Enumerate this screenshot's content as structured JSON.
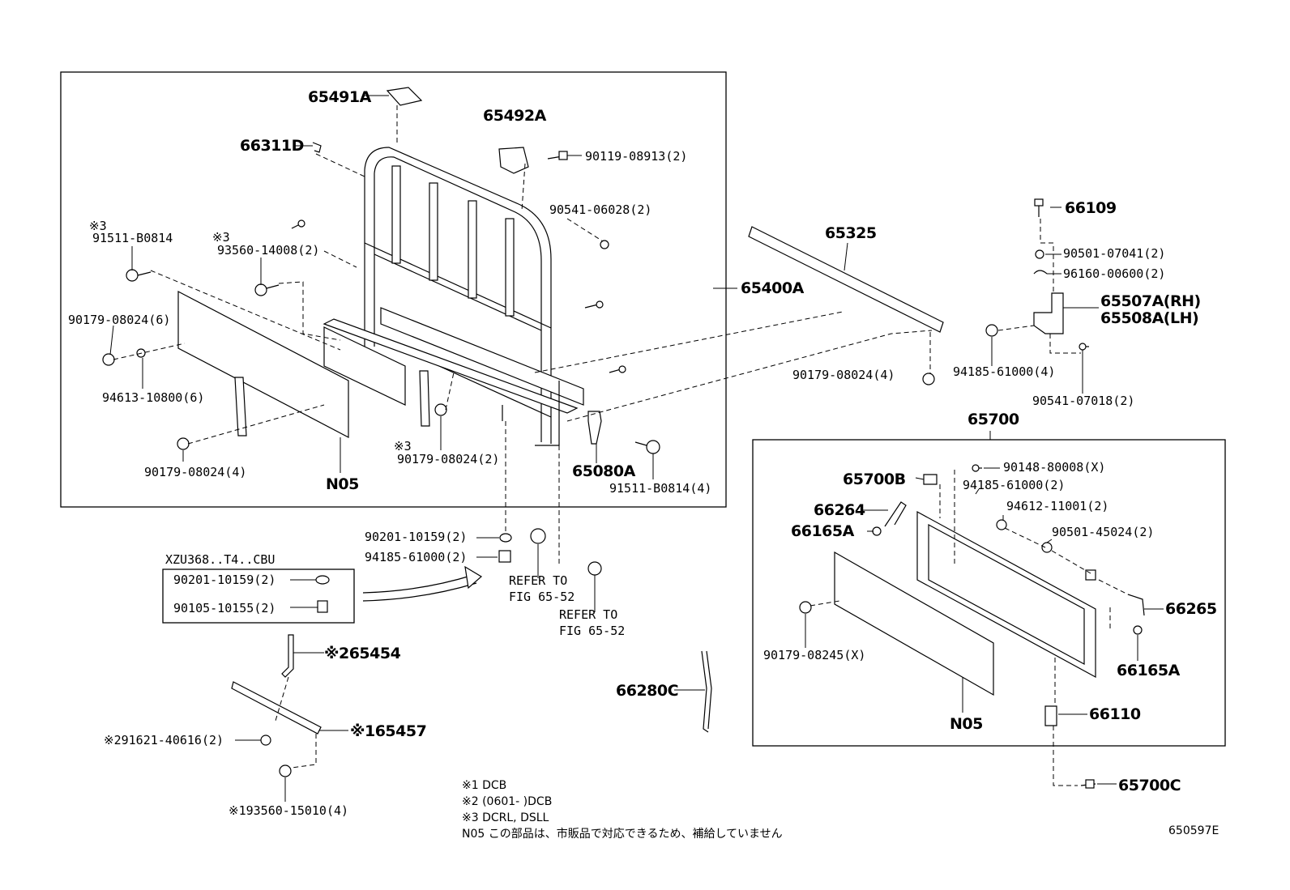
{
  "labels": {
    "p65491A": "65491A",
    "p65492A": "65492A",
    "p66311D": "66311D",
    "p90119": "90119-08913(2)",
    "p90541a": "90541-06028(2)",
    "mark3a": "※3",
    "p91511a": "91511-B0814",
    "mark3b": "※3",
    "p93560a": "93560-14008(2)",
    "p90179a": "90179-08024(6)",
    "p94613": "94613-10800(6)",
    "p90179b": "90179-08024(4)",
    "pN05a": "N05",
    "mark3c": "※3",
    "p90179c": "90179-08024(2)",
    "p65080A": "65080A",
    "p91511b": "91511-B0814(4)",
    "p65400A": "65400A",
    "p65325": "65325",
    "p90179d": "90179-08024(4)",
    "p66109": "66109",
    "p90501a": "90501-07041(2)",
    "p96160": "96160-00600(2)",
    "p65507A": "65507A(RH)",
    "p65508A": "65508A(LH)",
    "p94185a": "94185-61000(4)",
    "p90541b": "90541-07018(2)",
    "p65700": "65700",
    "p65700B": "65700B",
    "p90148": "90148-80008(X)",
    "p94185b": "94185-61000(2)",
    "p66264": "66264",
    "p94612": "94612-11001(2)",
    "p66165Aa": "66165A",
    "p90501b": "90501-45024(2)",
    "p66265": "66265",
    "p90179e": "90179-08245(X)",
    "p66165Ab": "66165A",
    "pN05b": "N05",
    "p66110": "66110",
    "p65700C": "65700C",
    "p90201a": "90201-10159(2)",
    "p94185c": "94185-61000(2)",
    "refer1a": "REFER TO",
    "refer1b": "FIG 65-52",
    "refer2a": "REFER TO",
    "refer2b": "FIG 65-52",
    "inset_title": "XZU368..T4..CBU",
    "p90201b": "90201-10159(2)",
    "p90105": "90105-10155(2)",
    "p65454": "※265454",
    "p65457": "※165457",
    "p91621": "※291621-40616(2)",
    "p93560b": "※193560-15010(4)",
    "p66280C": "66280C"
  },
  "notes": [
    "※1 DCB",
    "※2 (0601-       )DCB",
    "※3 DCRL, DSLL",
    "N05  この部品は、市販品で対応できるため、補給していません"
  ],
  "figure_id": "650597E"
}
